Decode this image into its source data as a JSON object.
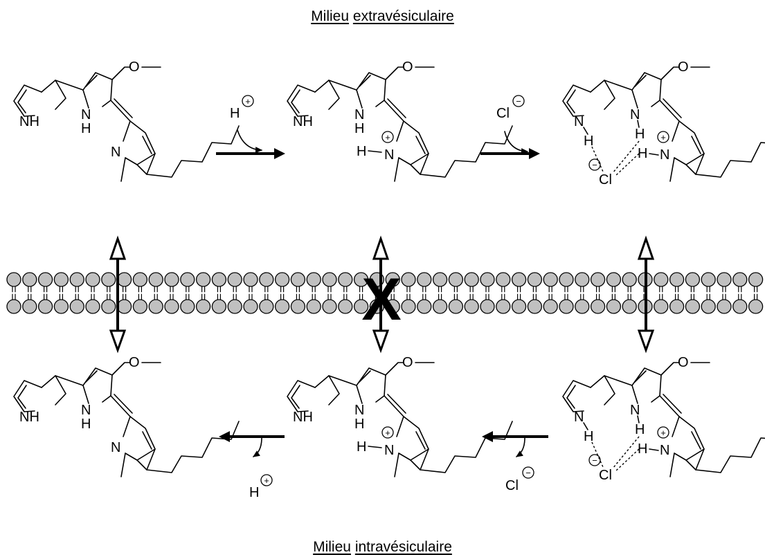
{
  "captions": {
    "top": [
      "Milieu",
      "extravésiculaire"
    ],
    "bottom": [
      "Milieu",
      "intravésiculaire"
    ]
  },
  "atoms": {
    "O": "O",
    "N": "N",
    "NH": "NH",
    "H": "H",
    "Cl": "Cl"
  },
  "charges": {
    "plus": "+",
    "minus": "−"
  },
  "symbols": {
    "blocked": "X"
  },
  "colors": {
    "bilayer_head": "#c0c0c0",
    "ink": "#000000"
  }
}
